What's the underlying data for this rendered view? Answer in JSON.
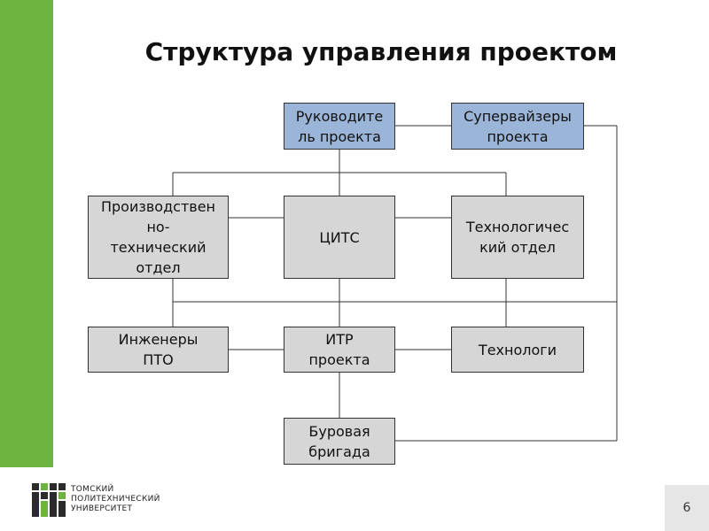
{
  "slide": {
    "title": "Структура управления проектом",
    "page_number": "6"
  },
  "footer": {
    "university_lines": [
      "ТОМСКИЙ",
      "ПОЛИТЕХНИЧЕСКИЙ",
      "УНИВЕРСИТЕТ"
    ]
  },
  "colors": {
    "accent_green": "#6db33f",
    "lead_box": "#9bb5d8",
    "box": "#d6d6d6"
  },
  "diagram": {
    "nodes": {
      "project_manager": "Руководите\nль проекта",
      "supervisors": "Супервайзеры\nпроекта",
      "production_dept": "Производствен\nно-\nтехнический\nотдел",
      "cits": "ЦИТС",
      "tech_dept": "Технологичес\nкий отдел",
      "pto_engineers": "Инженеры\nПТО",
      "itr": "ИТР\nпроекта",
      "technologists": "Технологи",
      "drilling_crew": "Буровая\nбригада"
    }
  }
}
